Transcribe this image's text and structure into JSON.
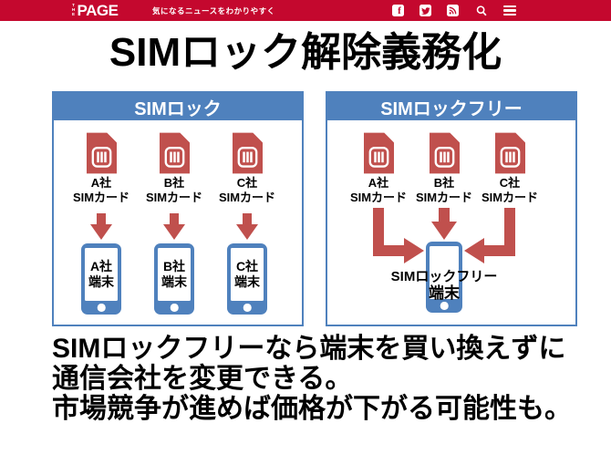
{
  "colors": {
    "brand-red": "#c4082e",
    "panel-blue": "#4f81bd",
    "sim-red": "#c0504d"
  },
  "header": {
    "brand_the": "THE",
    "brand_page": "PAGE",
    "tagline": "気になるニュースをわかりやすく",
    "facebook_glyph": "f",
    "icons": [
      "facebook",
      "twitter",
      "rss",
      "search",
      "menu"
    ]
  },
  "title": "SIMロック解除義務化",
  "left_panel": {
    "title": "SIMロック",
    "sims": [
      {
        "company": "A社",
        "type": "SIMカード"
      },
      {
        "company": "B社",
        "type": "SIMカード"
      },
      {
        "company": "C社",
        "type": "SIMカード"
      }
    ],
    "phones": [
      {
        "company": "A社",
        "type": "端末"
      },
      {
        "company": "B社",
        "type": "端末"
      },
      {
        "company": "C社",
        "type": "端末"
      }
    ]
  },
  "right_panel": {
    "title": "SIMロックフリー",
    "sims": [
      {
        "company": "A社",
        "type": "SIMカード"
      },
      {
        "company": "B社",
        "type": "SIMカード"
      },
      {
        "company": "C社",
        "type": "SIMカード"
      }
    ],
    "phone": {
      "name": "SIMロックフリー",
      "type": "端末"
    }
  },
  "caption": {
    "line1": "SIMロックフリーなら端末を買い換えずに",
    "line2": "通信会社を変更できる。",
    "line3": "市場競争が進めば価格が下がる可能性も。"
  }
}
